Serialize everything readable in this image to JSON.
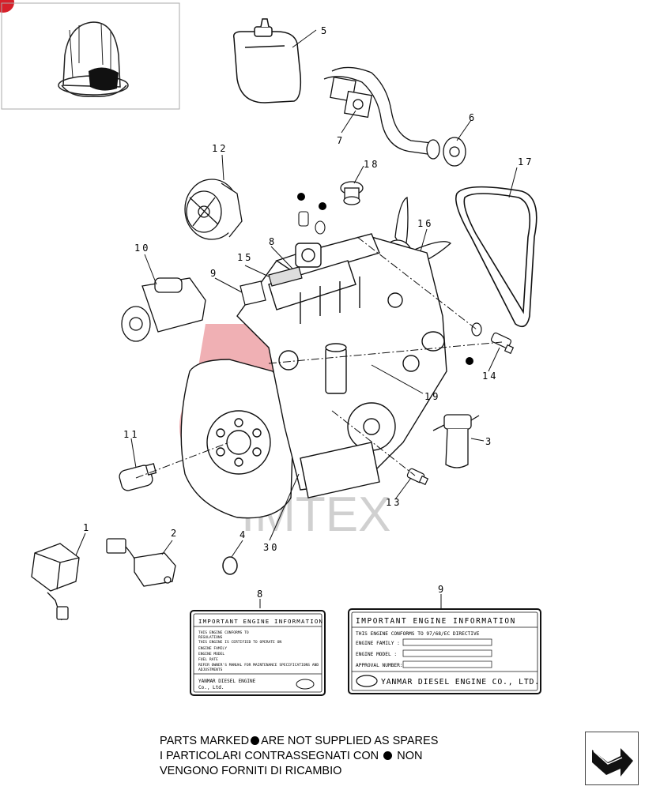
{
  "callouts": [
    "5",
    "7",
    "6",
    "12",
    "18",
    "17",
    "16",
    "8",
    "15",
    "9",
    "10",
    "14",
    "19",
    "11",
    "3",
    "13",
    "4",
    "30",
    "1",
    "2",
    "8",
    "9"
  ],
  "watermark": "IMTEX",
  "plate_small": {
    "header": "IMPORTANT ENGINE INFORMATION",
    "lines": [
      "THIS ENGINE CONFORMS TO",
      "REGULATIONS",
      "THIS ENGINE IS CERTIFIED TO OPERATE ON",
      "ENGINE FAMILY",
      "ENGINE MODEL",
      "FUEL RATE",
      "REFER OWNER'S MANUAL FOR MAINTENANCE SPECIFICATIONS AND",
      "ADJUSTMENTS"
    ],
    "maker_1": "YANMAR DIESEL ENGINE",
    "maker_2": "Co., Ltd."
  },
  "plate_large": {
    "header": "IMPORTANT ENGINE INFORMATION",
    "directive": "THIS ENGINE CONFORMS TO 97/68/EC DIRECTIVE",
    "engine_family": "ENGINE FAMILY :",
    "engine_model": "ENGINE MODEL :",
    "approval": "APPROVAL NUMBER:",
    "maker": "YANMAR DIESEL ENGINE CO., LTD."
  },
  "footer": {
    "en_1": "PARTS MARKED",
    "en_2": "ARE NOT SUPPLIED AS SPARES",
    "it_1": "I PARTICOLARI CONTRASSEGNATI CON",
    "it_2": "NON",
    "it_3": "VENGONO FORNITI DI RICAMBIO"
  },
  "colors": {
    "line": "#111111",
    "watermark": "#e8a0a0",
    "badge": "#d6202a"
  }
}
